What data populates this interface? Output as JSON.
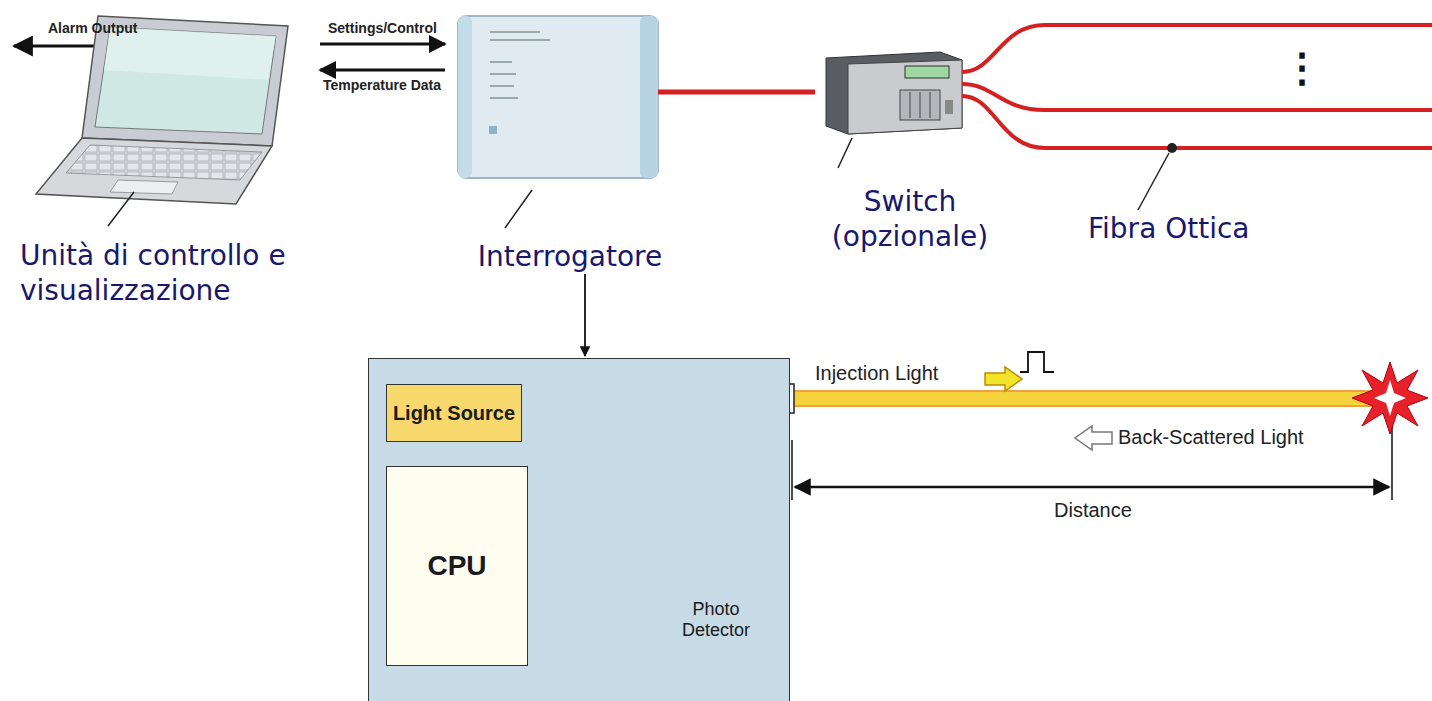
{
  "diagram": {
    "nodes": [
      {
        "text": [
          "Unità di controllo e visualizzazione"
        ]
      },
      {
        "text": [
          "Interrogatore"
        ]
      },
      {
        "text": [
          "Switch (opzionale)"
        ]
      },
      {
        "text": [
          "Photo Detector"
        ]
      },
      {
        "text": [
          "Light Source"
        ],
        "in": 3
      },
      {
        "text": [
          "CPU"
        ],
        "in": 3
      }
    ],
    "edges": [
      {
        "from": 0,
        "to": 1,
        "arrow": "to",
        "label": "Settings/Control"
      },
      {
        "from": 1,
        "to": 0,
        "arrow": "to",
        "label": "Temperature Data"
      },
      {
        "from": 1,
        "to": 2,
        "arrow": "none"
      },
      {
        "from": 1,
        "to": 3,
        "arrow": "to"
      }
    ],
    "labels": [
      "Alarm Output",
      "⋮",
      "Fibra Ottica",
      "Injection Light",
      "Back-Scattered Light",
      "Distance"
    ]
  }
}
